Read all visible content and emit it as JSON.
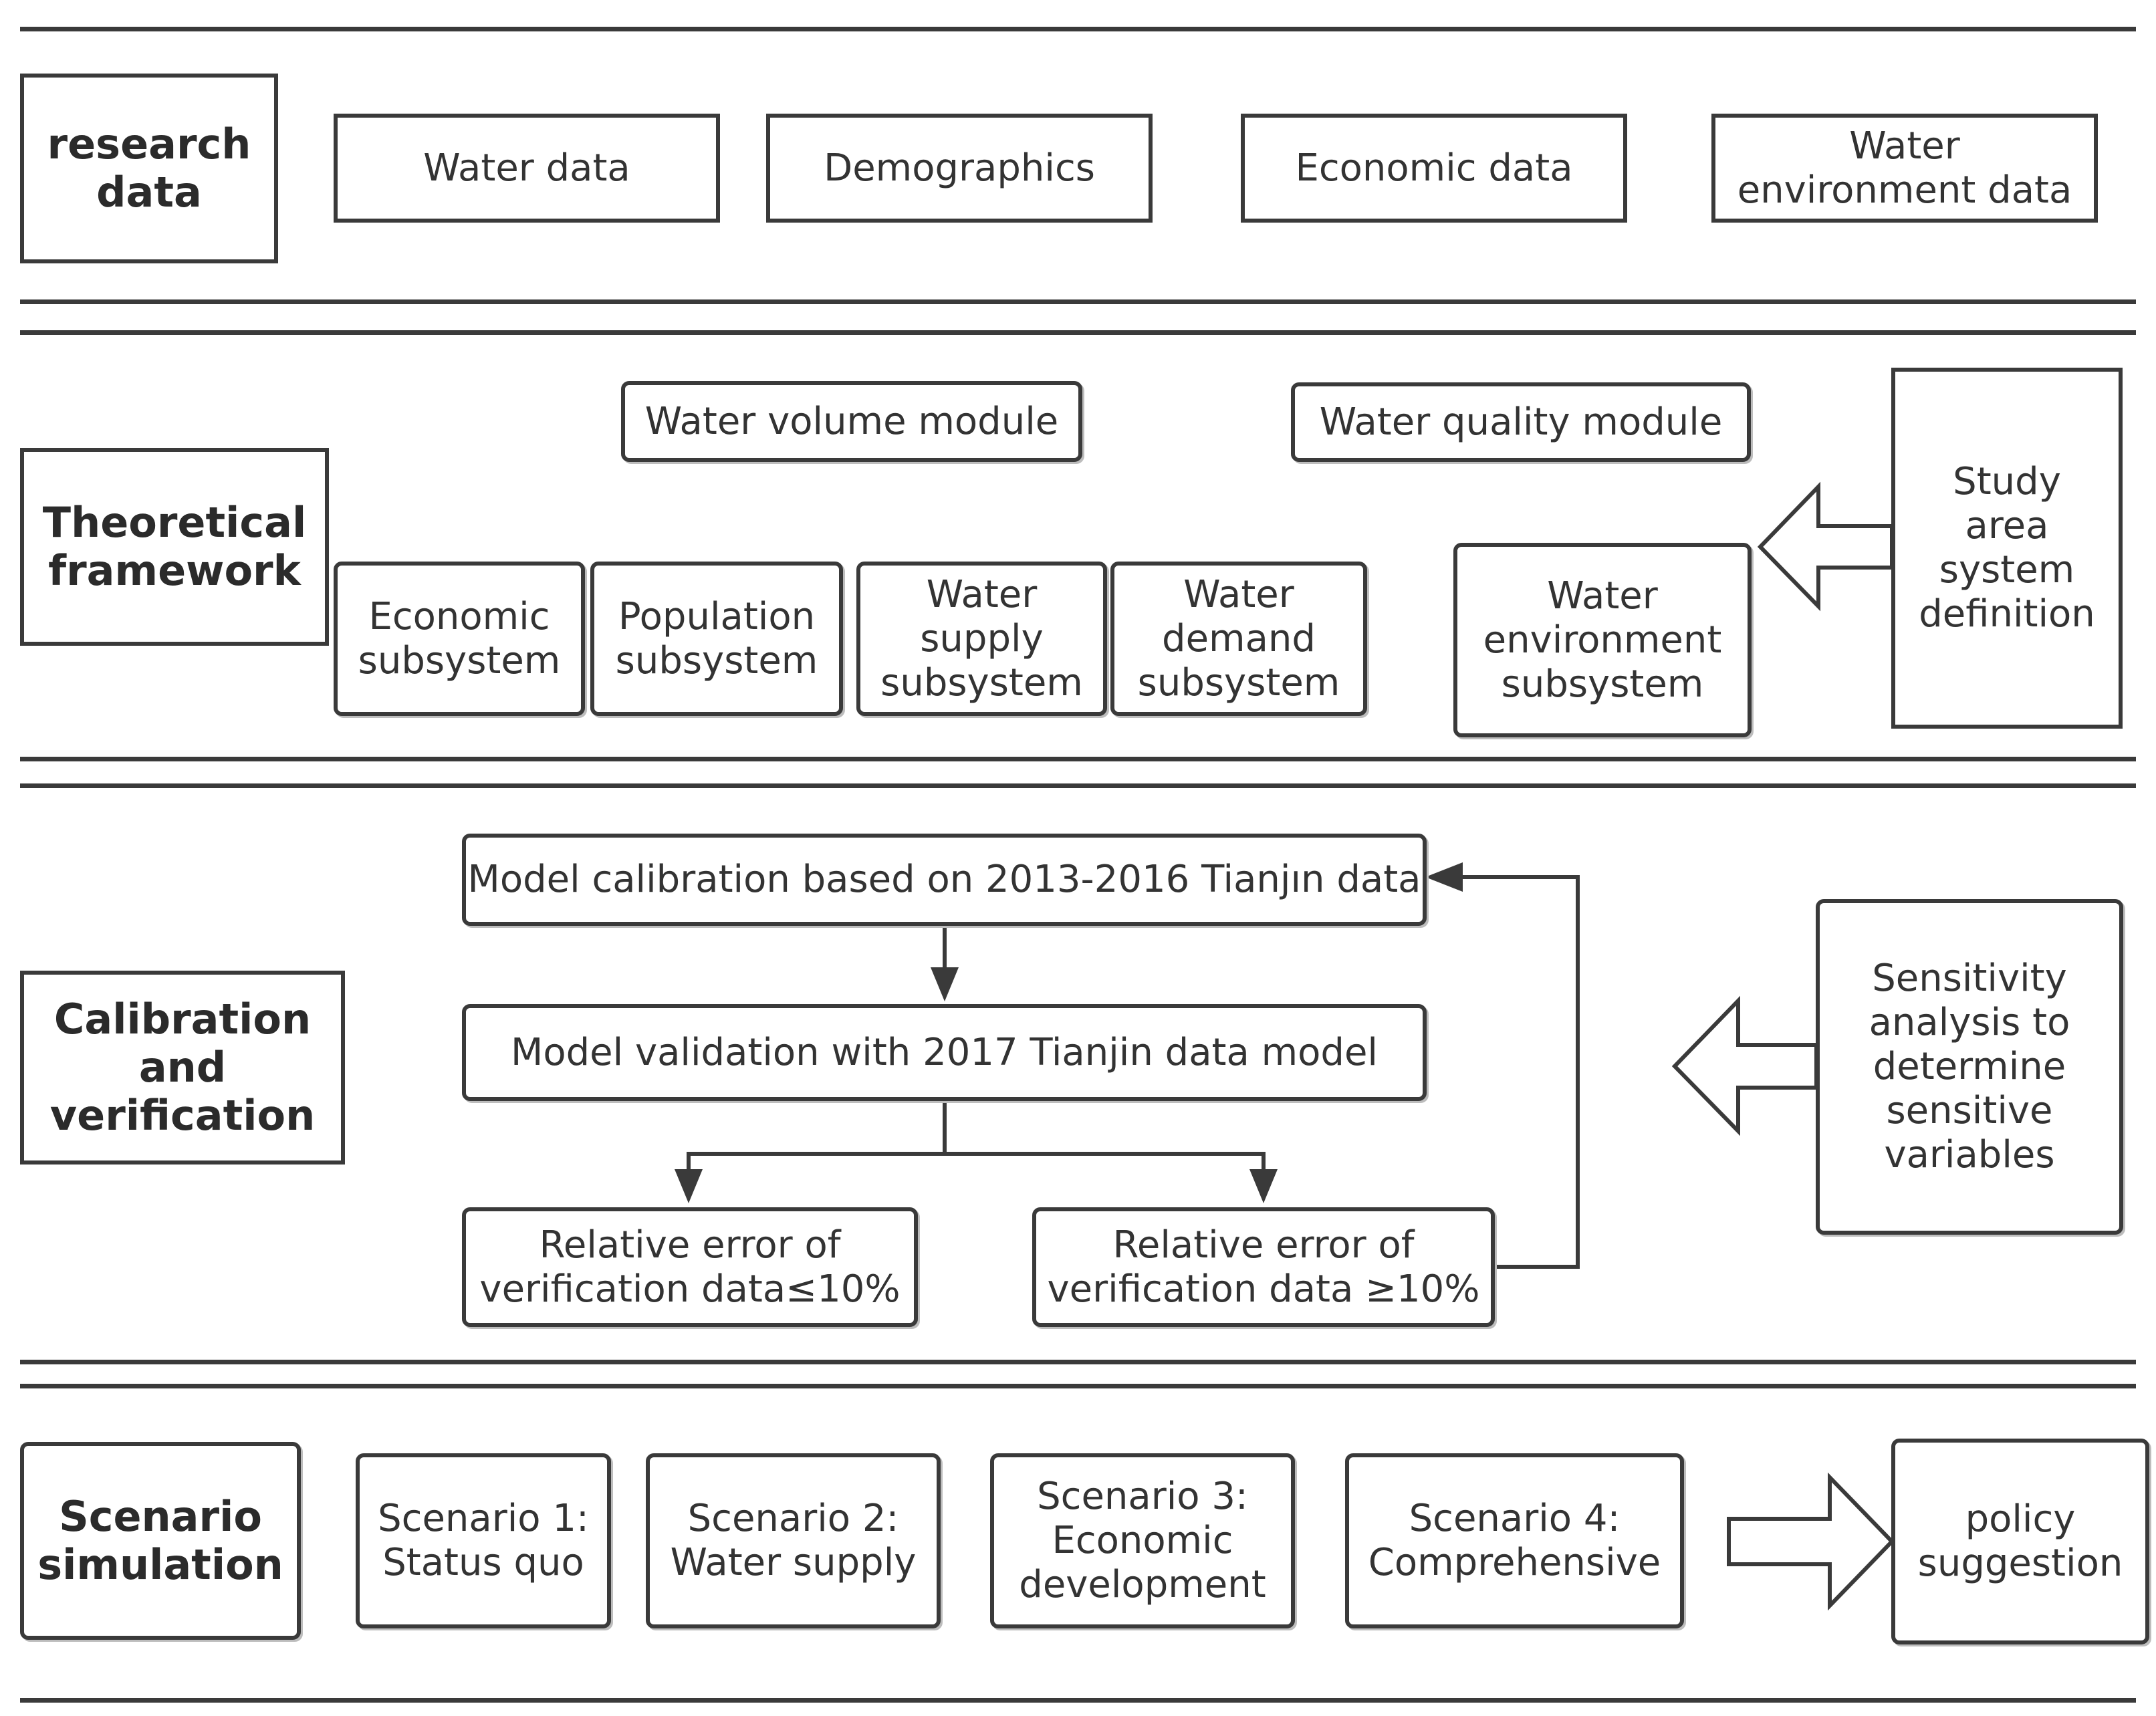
{
  "section1": {
    "label": "research\ndata",
    "items": [
      "Water data",
      "Demographics",
      "Economic data",
      "Water\nenvironment data"
    ]
  },
  "section2": {
    "label": "Theoretical\nframework",
    "modules": [
      "Water volume module",
      "Water quality module"
    ],
    "subsystems": [
      "Economic\nsubsystem",
      "Population\nsubsystem",
      "Water\nsupply\nsubsystem",
      "Water\ndemand\nsubsystem"
    ],
    "environment": "Water\nenvironment\nsubsystem",
    "definition": "Study\narea\nsystem\ndefinition"
  },
  "section3": {
    "label": "Calibration\nand\nverification",
    "calibration": "Model calibration based on 2013-2016 Tianjın data",
    "validation": "Model validation with 2017 Tianjin data model",
    "error_low": "Relative error of\nverification data≤10%",
    "error_high": "Relative error of\nverification data ≥10%",
    "sensitivity": "Sensitivity\nanalysis to\ndetermine\nsensitive\nvariables"
  },
  "section4": {
    "label": "Scenario\nsimulation",
    "scenarios": [
      "Scenario 1:\nStatus quo",
      "Scenario 2:\nWater supply",
      "Scenario 3:\nEconomic\ndevelopment",
      "Scenario 4:\nComprehensive"
    ],
    "policy": "policy\nsuggestion"
  }
}
